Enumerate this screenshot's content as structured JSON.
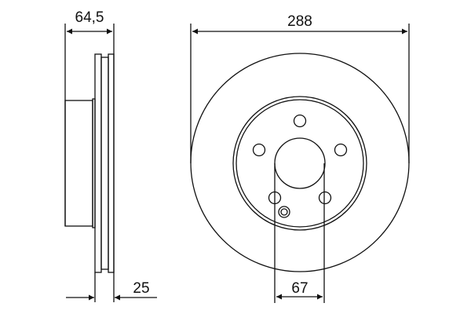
{
  "dimensions": {
    "overall_height": "64,5",
    "thickness": "25",
    "diameter": "288",
    "center_bore": "67"
  },
  "bolt_holes": 5
}
